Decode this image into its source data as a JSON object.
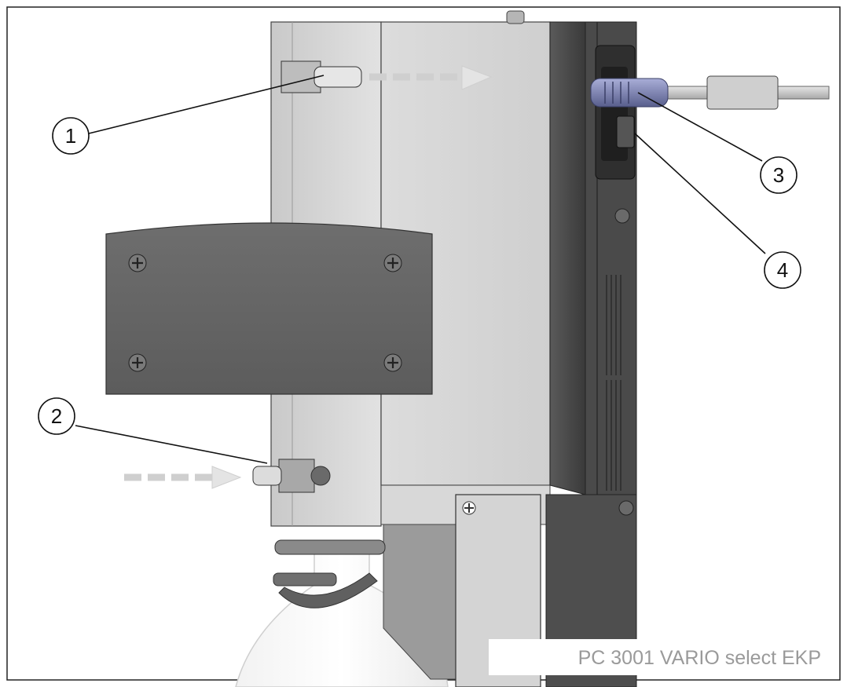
{
  "figure": {
    "callouts": [
      {
        "label": "1"
      },
      {
        "label": "2"
      },
      {
        "label": "3"
      },
      {
        "label": "4"
      }
    ],
    "caption": "PC 3001 VARIO select EKP"
  }
}
